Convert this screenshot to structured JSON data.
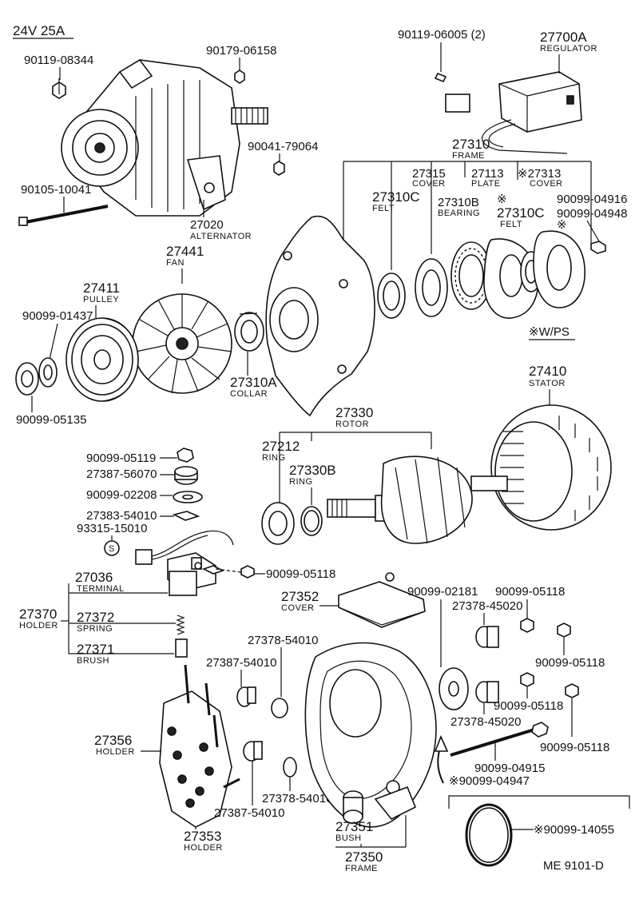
{
  "header": {
    "spec": "24V 25A",
    "note": "※W/PS",
    "code": "ME 9101-D"
  },
  "labels": {
    "bolt_top_left": "90119-08344",
    "nut_top": "90179-06158",
    "nut_mid": "90041-79064",
    "bolt_long": "90105-10041",
    "alternator_no": "27020",
    "alternator_name": "ALTERNATOR",
    "reg_screw": "90119-06005 (2)",
    "regulator_no": "27700A",
    "regulator_name": "REGULATOR",
    "frame_no": "27310",
    "frame_name": "FRAME",
    "cover1_no": "27315",
    "cover1_name": "COVER",
    "plate_no": "27113",
    "plate_name": "PLATE",
    "cover2_no": "※27313",
    "cover2_name": "COVER",
    "felt1_no": "27310C",
    "felt1_name": "FELT",
    "bearing_no": "27310B",
    "bearing_name": "BEARING",
    "felt2_mark": "※",
    "felt2_no": "27310C",
    "felt2_name": "FELT",
    "pn_04916": "90099-04916",
    "pn_04948": "90099-04948",
    "pn_04948_mark": "※",
    "fan_no": "27441",
    "fan_name": "FAN",
    "pulley_no": "27411",
    "pulley_name": "PULLEY",
    "pn_01437": "90099-01437",
    "collar_no": "27310A",
    "collar_name": "COLLAR",
    "pn_05135": "90099-05135",
    "stator_no": "27410",
    "stator_name": "STATOR",
    "rotor_no": "27330",
    "rotor_name": "ROTOR",
    "ring1_no": "27212",
    "ring1_name": "RING",
    "ring2_no": "27330B",
    "ring2_name": "RING",
    "pn_05119": "90099-05119",
    "pn_56070": "27387-56070",
    "pn_02208": "90099-02208",
    "pn_54010a": "27383-54010",
    "pn_15010": "93315-15010",
    "s_mark": "S",
    "terminal_no": "27036",
    "terminal_name": "TERMINAL",
    "holder_no": "27370",
    "holder_name": "HOLDER",
    "spring_no": "27372",
    "spring_name": "SPRING",
    "brush_no": "27371",
    "brush_name": "BRUSH",
    "pn_05118a": "90099-05118",
    "cover3_no": "27352",
    "cover3_name": "COVER",
    "pn_02181": "90099-02181",
    "pn_05118b": "90099-05118",
    "pn_45020a": "27378-45020",
    "pn_05118c": "90099-05118",
    "pn_54010b": "27378-54010",
    "pn_54010c": "27387-54010",
    "pn_05118d": "90099-05118",
    "pn_45020b": "27378-45020",
    "pn_05118e": "90099-05118",
    "holder2_no": "27356",
    "holder2_name": "HOLDER",
    "pn_04915": "90099-04915",
    "pn_04947": "※90099-04947",
    "pn_54010d": "27378-54010",
    "pn_54010e": "27387-54010",
    "bush_no": "27351",
    "bush_name": "BUSH",
    "holder3_no": "27353",
    "holder3_name": "HOLDER",
    "frame2_no": "27350",
    "frame2_name": "FRAME",
    "pn_14055": "※90099-14055"
  }
}
